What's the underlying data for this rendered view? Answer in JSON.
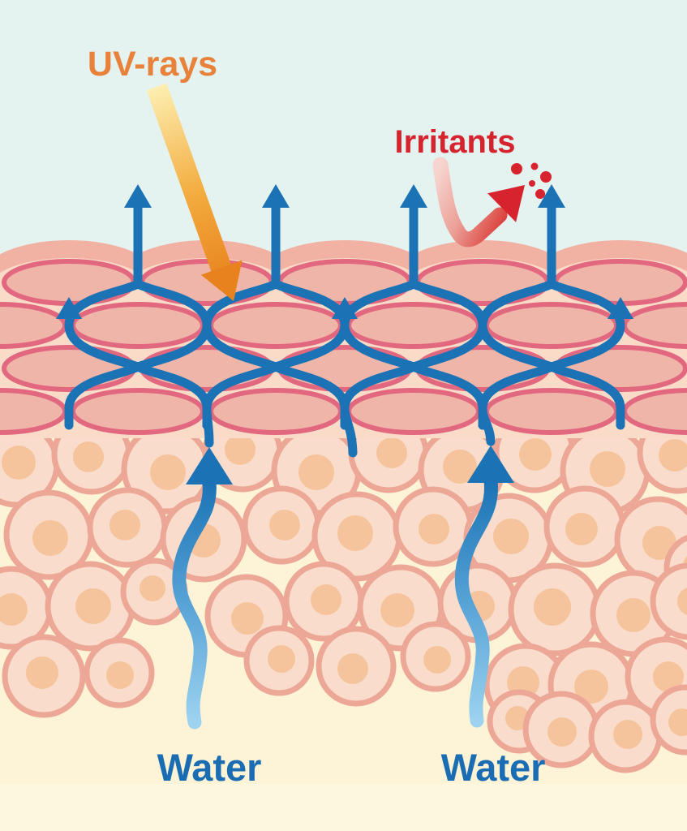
{
  "diagram": {
    "description": "Skin cross-section showing water evaporating through the stratum corneum while UV-rays and irritants attack the surface",
    "labels": {
      "uv": "UV-rays",
      "irritants": "Irritants",
      "water_left": "Water",
      "water_right": "Water"
    },
    "arrows": {
      "evaporation_arrow_count": 4,
      "inner_moisture_arrow_count": 3,
      "water_uptake_arrow_count": 2,
      "irritant_particle_count": 5
    },
    "colors": {
      "sky_background": "#e4f2f0",
      "lower_background": "#fdf3d6",
      "uv_label": "#e8813a",
      "uv_gradient_start": "#fdeeb0",
      "uv_gradient_end": "#e8821e",
      "irritants_label": "#d6242f",
      "irritant_red": "#d6232e",
      "irritant_gradient_start": "#f7d4cf",
      "water_label": "#1a6db2",
      "water_blue": "#1b73b5",
      "water_light_blue": "#9ed3f0",
      "corneum_cell_fill": "#f0b5a9",
      "corneum_cell_outline": "#e1687f",
      "corneum_background": "#f9dbc8",
      "surface_bump": "#f2b2a3",
      "round_cell_fill": "#f9dccb",
      "round_cell_outline": "#eca796",
      "round_cell_nucleus": "#f5c49c"
    }
  }
}
